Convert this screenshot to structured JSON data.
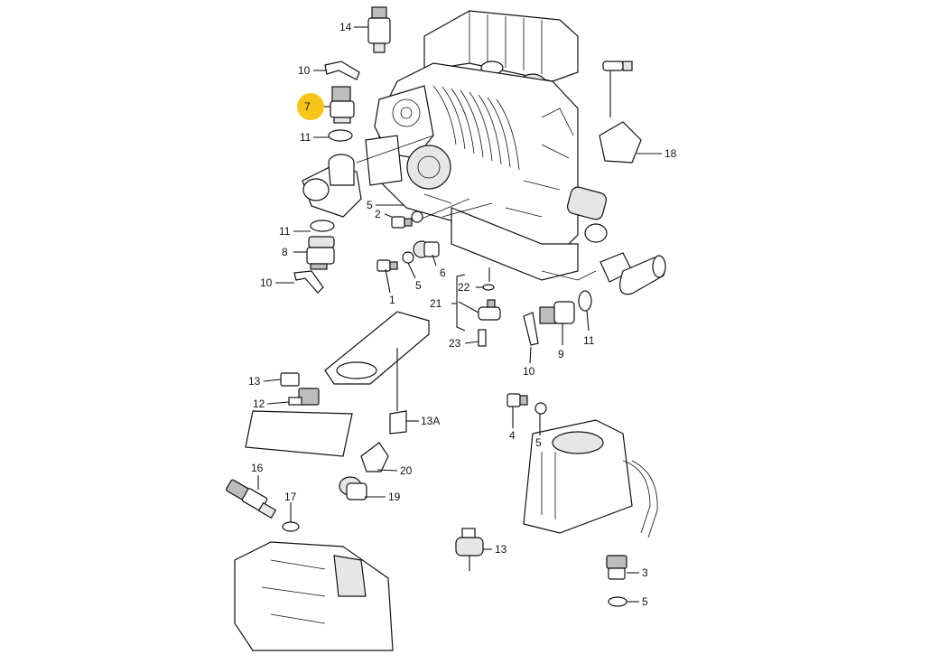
{
  "diagram": {
    "highlight_color": "#f5c518",
    "text_color": "#111111",
    "callouts": [
      {
        "id": "c14",
        "label": "14"
      },
      {
        "id": "c10a",
        "label": "10"
      },
      {
        "id": "c7",
        "label": "7",
        "highlighted": true
      },
      {
        "id": "c11a",
        "label": "11"
      },
      {
        "id": "c18",
        "label": "18"
      },
      {
        "id": "c5a",
        "label": "5"
      },
      {
        "id": "c2",
        "label": "2"
      },
      {
        "id": "c11b",
        "label": "11"
      },
      {
        "id": "c8",
        "label": "8"
      },
      {
        "id": "c6",
        "label": "6"
      },
      {
        "id": "c5b",
        "label": "5"
      },
      {
        "id": "c10b",
        "label": "10"
      },
      {
        "id": "c1",
        "label": "1"
      },
      {
        "id": "c22",
        "label": "22"
      },
      {
        "id": "c21",
        "label": "21"
      },
      {
        "id": "c23",
        "label": "23"
      },
      {
        "id": "c9",
        "label": "9"
      },
      {
        "id": "c11c",
        "label": "11"
      },
      {
        "id": "c10c",
        "label": "10"
      },
      {
        "id": "c13a",
        "label": "13"
      },
      {
        "id": "c12",
        "label": "12"
      },
      {
        "id": "c13A",
        "label": "13A"
      },
      {
        "id": "c4",
        "label": "4"
      },
      {
        "id": "c5c",
        "label": "5"
      },
      {
        "id": "c20",
        "label": "20"
      },
      {
        "id": "c16",
        "label": "16"
      },
      {
        "id": "c19",
        "label": "19"
      },
      {
        "id": "c17",
        "label": "17"
      },
      {
        "id": "c13b",
        "label": "13"
      },
      {
        "id": "c3",
        "label": "3"
      },
      {
        "id": "c5d",
        "label": "5"
      }
    ]
  }
}
